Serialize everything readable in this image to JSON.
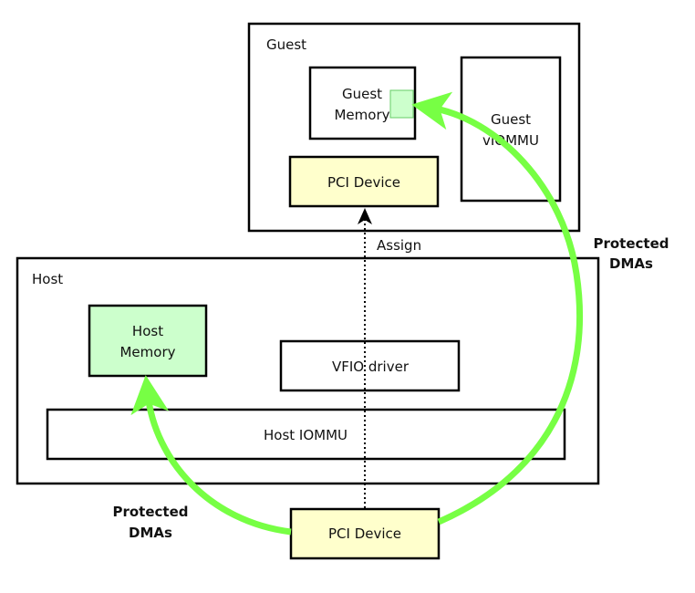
{
  "guest": {
    "label": "Guest",
    "memory": {
      "line1": "Guest",
      "line2": "Memory"
    },
    "viommu": {
      "line1": "Guest",
      "line2": "vIOMMU"
    },
    "pci_device": "PCI Device"
  },
  "host": {
    "label": "Host",
    "memory": {
      "line1": "Host",
      "line2": "Memory"
    },
    "vfio_driver": "VFIO driver",
    "iommu": "Host IOMMU"
  },
  "pci_device": "PCI Device",
  "assign_label": "Assign",
  "protected_dmas_right": {
    "line1": "Protected",
    "line2": "DMAs"
  },
  "protected_dmas_left": {
    "line1": "Protected",
    "line2": "DMAs"
  },
  "colors": {
    "device": "#ffffcc",
    "memory": "#ccffcc",
    "arrow": "#77ff44"
  }
}
